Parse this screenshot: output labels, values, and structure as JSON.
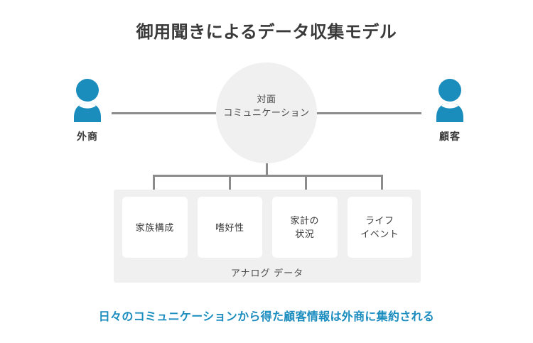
{
  "diagram": {
    "title": "御用聞きによるデータ収集モデル",
    "center_node": {
      "line1": "対面",
      "line2": "コミュニケーション"
    },
    "actors": {
      "left": {
        "label": "外商",
        "icon": "person-icon"
      },
      "right": {
        "label": "顧客",
        "icon": "person-icon"
      }
    },
    "data_panel": {
      "caption": "アナログ データ",
      "items": [
        {
          "line1": "家族構成",
          "line2": ""
        },
        {
          "line1": "嗜好性",
          "line2": ""
        },
        {
          "line1": "家計の",
          "line2": "状況"
        },
        {
          "line1": "ライフ",
          "line2": "イベント"
        }
      ]
    },
    "footer_note": "日々のコミュニケーションから得た顧客情報は外商に集約される"
  },
  "colors": {
    "accent_blue": "#1b8cbe",
    "icon_blue": "#1a8dbd",
    "line_gray": "#8c8c8c",
    "panel_gray": "#f0f0f0",
    "text_dark": "#3a3a3a"
  }
}
